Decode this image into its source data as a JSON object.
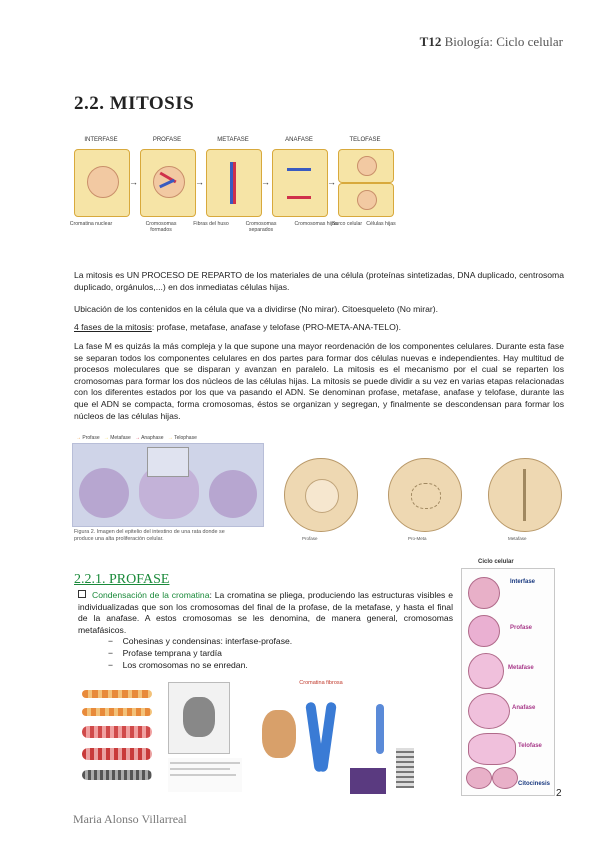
{
  "header": {
    "tema": "T12",
    "title": "Biología: Ciclo celular"
  },
  "section": {
    "title": "2.2.  MITOSIS"
  },
  "figure1": {
    "stages": [
      "INTERFASE",
      "PROFASE",
      "METAFASE",
      "ANAFASE",
      "TELOFASE"
    ],
    "captions": [
      "Cromatina nuclear",
      "Cromosomas formados",
      "Fibras del huso",
      "Cromosomas separados",
      "Cromosomas hijos",
      "Surco celular",
      "Células hijas"
    ]
  },
  "paragraphs": {
    "p1": "La mitosis es UN PROCESO DE REPARTO de los materiales de una célula (proteínas sintetizadas, DNA duplicado, centrosoma duplicado, orgánulos,...) en dos inmediatas células hijas.",
    "p2": "Ubicación de los contenidos en la célula que va a dividirse (No mirar). Citoesqueleto (No mirar).",
    "p3_underlined": "4 fases de la mitosis",
    "p3_rest": ": profase, metafase, anafase y telofase (PRO-META-ANA-TELO).",
    "p4": "La fase M es quizás la más compleja y la que supone una mayor reordenación de los componentes celulares. Durante esta fase se separan todos los componentes celulares en dos partes para formar dos células nuevas e independientes. Hay multitud de procesos moleculares que se disparan y avanzan en paralelo. La mitosis es el mecanismo por el cual se reparten los cromosomas para formar los dos núcleos de las células hijas. La mitosis se puede dividir a su vez en varias etapas relacionadas con los diferentes estados por los que va pasando el ADN. Se denominan profase, metafase, anafase y telofase, durante las que el ADN se compacta, forma cromosomas, éstos se organizan y segregan, y finalmente se descondensan para formar los núcleos de las células hijas."
  },
  "figure2": {
    "legend": [
      "Profase",
      "Metafase",
      "Anaphase",
      "Telophase"
    ],
    "legend_colors": [
      "#e8902e",
      "#f0d23a",
      "#d0304a",
      "#f5c84a"
    ],
    "caption": "Figura 2. Imagen del epitelio del intestino de una rata donde se produce una alta proliferación celular."
  },
  "figure3": {
    "labels": [
      "Profase",
      "Pro-Meta",
      "Metafase"
    ]
  },
  "subsection": {
    "title": "2.2.1.  PROFASE",
    "bullet_term": "Condensación de la cromatina",
    "bullet_text": ": La cromatina se pliega, produciendo las estructuras visibles e individualizadas que son los cromosomas del final de la profase, de la metafase, y hasta el final de la anafase. A estos cromosomas se les denomina, de manera general, cromosomas metafásicos.",
    "subitems": [
      "Cohesinas y condensinas: interfase-profase.",
      "Profase temprana y tardía",
      "Los cromosomas no se enredan."
    ]
  },
  "cycle_figure": {
    "title": "Ciclo celular",
    "stages": [
      "Interfase",
      "Profase",
      "Metafase",
      "Anafase",
      "Telofase",
      "Citocinesis"
    ]
  },
  "figure4": {
    "label_top": "Cromatina fibrosa"
  },
  "footer": {
    "author": "Maria Alonso Villarreal",
    "page": "2"
  }
}
